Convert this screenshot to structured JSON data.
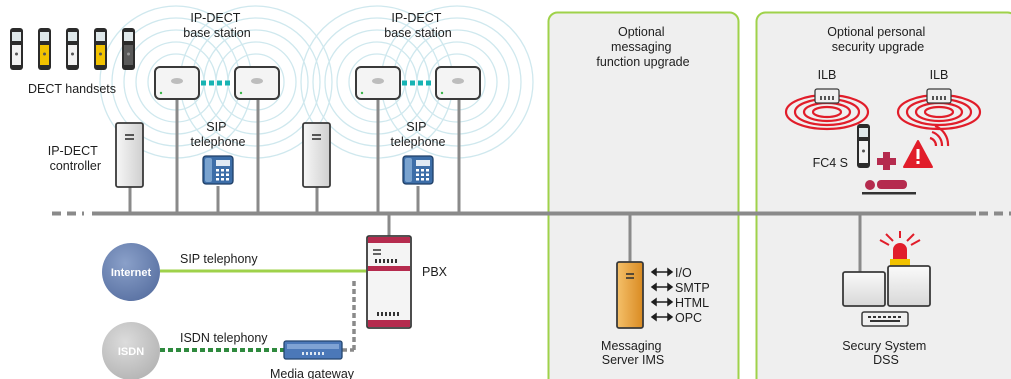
{
  "colors": {
    "background": "#ffffff",
    "panel_fill": "#efefef",
    "panel_border": "#9fd24a",
    "backbone": "#8a8a8a",
    "sip_line": "#9fd24a",
    "isdn_line": "#2f8a3e",
    "dect_link": "#17b3b3",
    "pbx_accent": "#b52b4e",
    "cloud_internet": "#6f86b4",
    "cloud_isdn": "#c7c7c7",
    "alarm_red": "#e11d2a",
    "messaging_server": "#e8a33a"
  },
  "icons": [
    "dect-handset-icon",
    "base-station-icon",
    "ip-dect-controller-icon",
    "sip-telephone-icon",
    "pbx-server-icon",
    "media-gateway-icon",
    "messaging-server-icon",
    "ilb-beacon-icon",
    "fc4s-handset-icon",
    "medical-cross-icon",
    "warning-triangle-icon",
    "person-down-icon",
    "alarm-light-icon",
    "monitor-icon",
    "keyboard-icon",
    "internet-cloud-icon",
    "isdn-cloud-icon"
  ],
  "labels": {
    "dect_handsets": "DECT handsets",
    "base_station_1_l1": "IP-DECT",
    "base_station_1_l2": "base station",
    "base_station_2_l1": "IP-DECT",
    "base_station_2_l2": "base station",
    "controller_l1": "IP-DECT",
    "controller_l2": "controller",
    "sip_phone_1_l1": "SIP",
    "sip_phone_1_l2": "telephone",
    "sip_phone_2_l1": "SIP",
    "sip_phone_2_l2": "telephone",
    "internet": "Internet",
    "isdn": "ISDN",
    "sip_telephony": "SIP telephony",
    "isdn_telephony": "ISDN telephony",
    "media_gateway": "Media gateway",
    "pbx": "PBX",
    "messaging_panel_l1": "Optional",
    "messaging_panel_l2": "messaging",
    "messaging_panel_l3": "function upgrade",
    "security_panel_l1": "Optional personal",
    "security_panel_l2": "security upgrade",
    "protocol_io": "I/O",
    "protocol_smtp": "SMTP",
    "protocol_html": "HTML",
    "protocol_opc": "OPC",
    "messaging_server_l1": "Messaging",
    "messaging_server_l2": "Server IMS",
    "ilb_left": "ILB",
    "ilb_right": "ILB",
    "fc4s": "FC4 S",
    "security_system_l1": "Secury System",
    "security_system_l2": "DSS"
  }
}
